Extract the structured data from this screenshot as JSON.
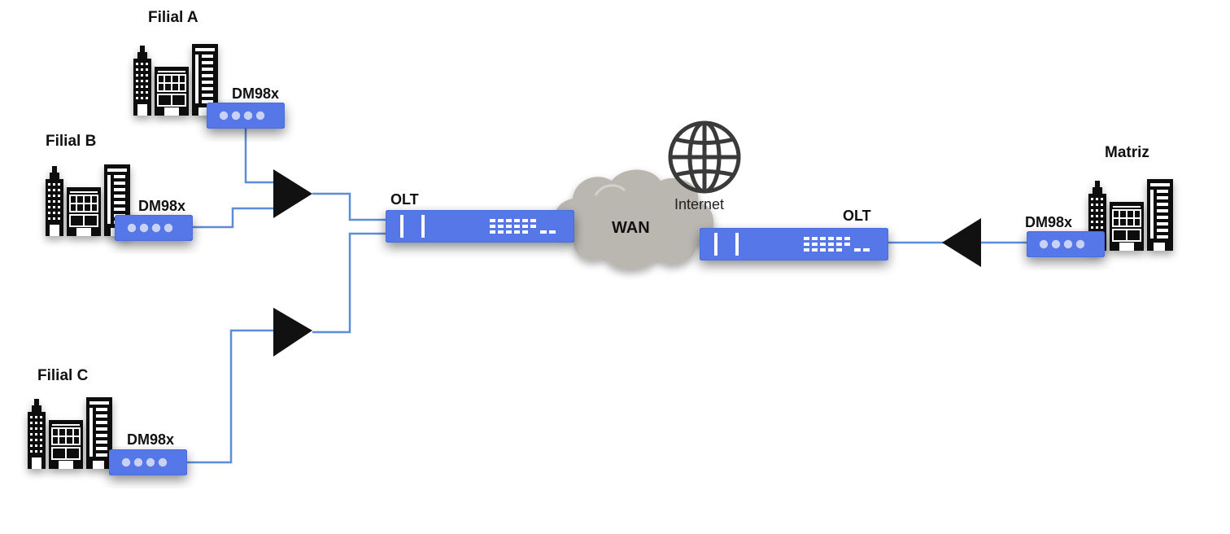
{
  "sites": {
    "filial_a": {
      "name": "Filial A",
      "device": "DM98x"
    },
    "filial_b": {
      "name": "Filial B",
      "device": "DM98x"
    },
    "filial_c": {
      "name": "Filial C",
      "device": "DM98x"
    },
    "matriz": {
      "name": "Matriz",
      "device": "DM98x"
    }
  },
  "olt_left": {
    "label": "OLT"
  },
  "olt_right": {
    "label": "OLT"
  },
  "cloud": {
    "label": "WAN"
  },
  "internet": {
    "label": "Internet",
    "icon": "globe-icon"
  },
  "colors": {
    "link": "#5b8ed6",
    "device": "#5477e8",
    "device_port": "#c9d2f5",
    "building": "#111111",
    "cloud": "#b9b6b0",
    "splitter": "#111111"
  }
}
